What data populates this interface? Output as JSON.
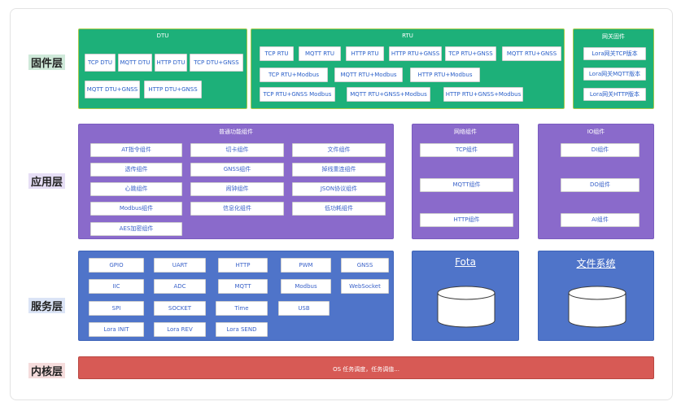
{
  "labels": {
    "firmware": "固件层",
    "application": "应用层",
    "service": "服务层",
    "kernel": "内核层"
  },
  "firmware": {
    "dtu": {
      "title": "DTU",
      "items": [
        "TCP DTU",
        "MQTT DTU",
        "HTTP DTU",
        "TCP DTU+GNSS",
        "MQTT DTU+GNSS",
        "HTTP DTU+GNSS"
      ]
    },
    "rtu": {
      "title": "RTU",
      "items": [
        "TCP RTU",
        "MQTT RTU",
        "HTTP RTU",
        "HTTP RTU+GNSS",
        "TCP RTU+GNSS",
        "MQTT RTU+GNSS",
        "TCP RTU+Modbus",
        "MQTT RTU+Modbus",
        "HTTP RTU+Modbus",
        "TCP RTU+GNSS Modbus",
        "MQTT RTU+GNSS+Modbus",
        "HTTP RTU+GNSS+Modbus"
      ]
    },
    "gateway": {
      "title": "网关固件",
      "items": [
        "Lora网关TCP版本",
        "Lora网关MQTT版本",
        "Lora网关HTTP版本"
      ]
    }
  },
  "application": {
    "common": {
      "title": "普通功能组件",
      "items": [
        "AT指令组件",
        "切卡组件",
        "文件组件",
        "透传组件",
        "GNSS组件",
        "掉线重连组件",
        "心跳组件",
        "闹钟组件",
        "JSON协议组件",
        "Modbus组件",
        "信息化组件",
        "低功耗组件",
        "AES加密组件"
      ]
    },
    "network": {
      "title": "网络组件",
      "items": [
        "TCP组件",
        "MQTT组件",
        "HTTP组件"
      ]
    },
    "io": {
      "title": "IO组件",
      "items": [
        "DI组件",
        "DO组件",
        "AI组件"
      ]
    }
  },
  "service": {
    "items": [
      "GPIO",
      "UART",
      "HTTP",
      "PWM",
      "GNSS",
      "IIC",
      "ADC",
      "MQTT",
      "Modbus",
      "WebSocket",
      "SPI",
      "SOCKET",
      "Time",
      "USB",
      "Lora INIT",
      "Lora REV",
      "Lora SEND"
    ],
    "fota": {
      "title": "Fota"
    },
    "fs": {
      "title": "文件系统"
    }
  },
  "kernel": {
    "text": "OS 任务调度，任务调值..."
  },
  "colors": {
    "firmware": "#1db079",
    "application": "#8a6acb",
    "service": "#4f74c9",
    "kernel": "#d75a55"
  }
}
